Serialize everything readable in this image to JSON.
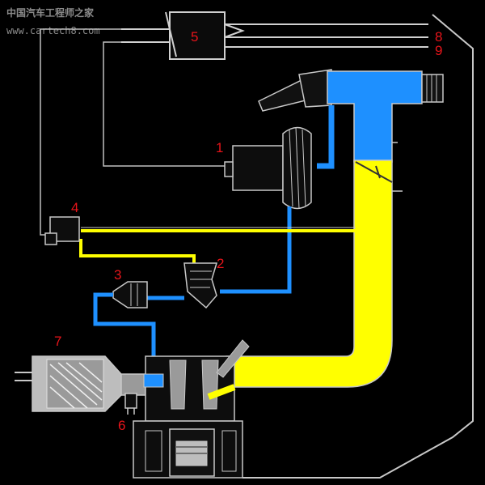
{
  "watermark": {
    "site_name": "中国汽车工程师之家",
    "url": "www.cartech8.com"
  },
  "callouts": {
    "c1": "1",
    "c2": "2",
    "c3": "3",
    "c4": "4",
    "c5": "5",
    "c6": "6",
    "c7": "7",
    "c8": "8",
    "c9": "9"
  },
  "colors": {
    "background": "#000000",
    "outline": "#c8c8c8",
    "fresh_air": "#1e90ff",
    "exhaust_recirculation": "#ffff00",
    "callout_text": "#e8141a"
  }
}
